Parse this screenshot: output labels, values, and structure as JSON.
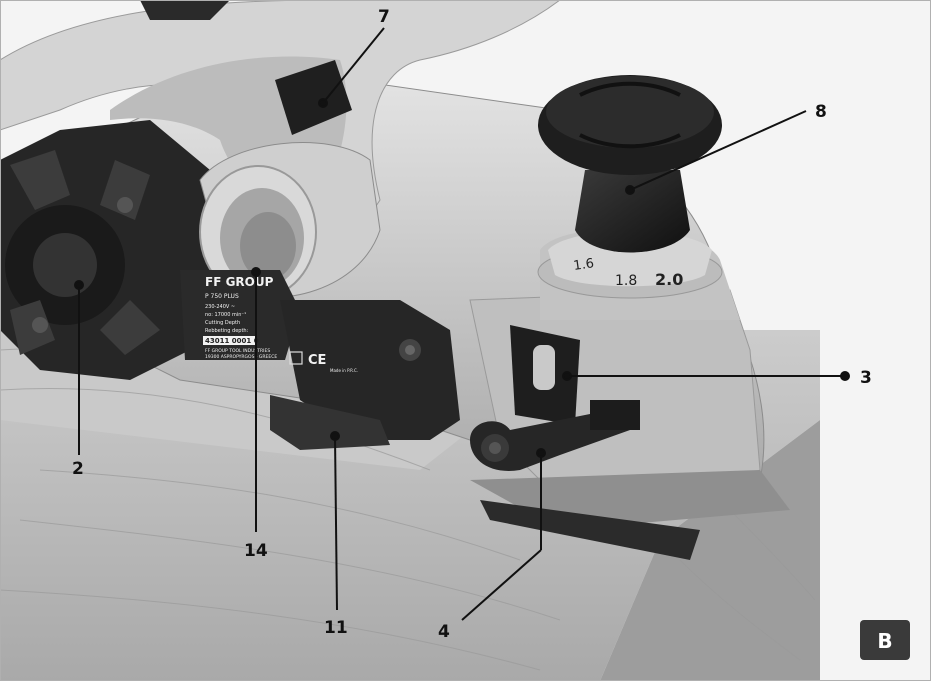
{
  "figure": {
    "panel_label": "B",
    "callouts": [
      {
        "id": "7",
        "label": "7"
      },
      {
        "id": "8",
        "label": "8"
      },
      {
        "id": "3",
        "label": "3"
      },
      {
        "id": "4",
        "label": "4"
      },
      {
        "id": "11",
        "label": "11"
      },
      {
        "id": "14",
        "label": "14"
      },
      {
        "id": "2",
        "label": "2"
      }
    ],
    "depth_scale": [
      "1.6",
      "1.8",
      "2.0"
    ],
    "rating_label": {
      "brand": "FF GROUP",
      "model": "P 750 PLUS",
      "voltage": "230-240V ~",
      "speed": "no: 17000 min⁻¹",
      "cutting_depth": "Cutting Depth",
      "rebating_depth": "Rebbeting depth:",
      "part_number": "43011 0001 0",
      "maker": "FF GROUP TOOL INDUSTRIES",
      "address": "19300 ASPROPYRGOS - GREECE",
      "made_in": "Made in P.R.C.",
      "ce_mark": "CE"
    },
    "colors": {
      "housing": "#c8c8c8",
      "dark": "#1a1a1a",
      "wood": "#bdbdbd",
      "badge": "#3a3a3a"
    }
  }
}
